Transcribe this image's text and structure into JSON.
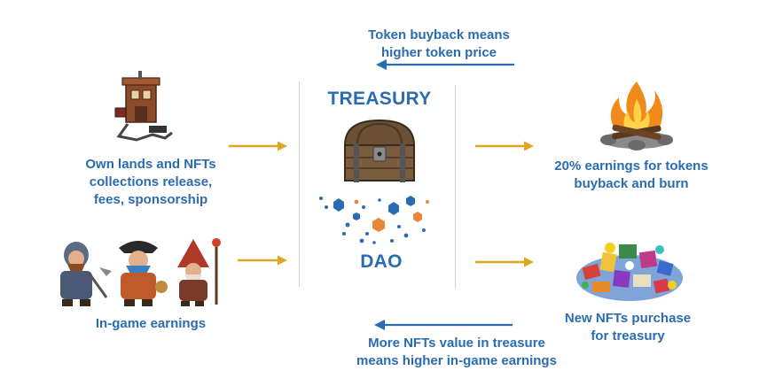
{
  "diagram": {
    "top_note": {
      "line1": "Token buyback means",
      "line2": "higher token price"
    },
    "bottom_note": {
      "line1": "More NFTs value in treasure",
      "line2": "means higher in-game earnings"
    },
    "left_top": {
      "line1": "Own lands and NFTs",
      "line2": "collections release,",
      "line3": "fees, sponsorship"
    },
    "left_bottom": {
      "line1": "In-game earnings"
    },
    "right_top": {
      "line1": "20% earnings for tokens",
      "line2": "buyback and burn"
    },
    "right_bottom": {
      "line1": "New NFTs purchase",
      "line2": "for treasury"
    },
    "center_top_title": "TREASURY",
    "center_bottom_title": "DAO"
  },
  "colors": {
    "text_blue": "#2b6cb0",
    "arrow_orange": "#e0a51e",
    "arrow_blue": "#2b6cb0"
  },
  "icons": {
    "left_top_image": "land-building-icon",
    "left_bottom_image": "characters-icon",
    "center_image": "treasure-chest-icon",
    "dao_image": "network-dots-icon",
    "right_top_image": "campfire-icon",
    "right_bottom_image": "nft-pile-icon"
  }
}
